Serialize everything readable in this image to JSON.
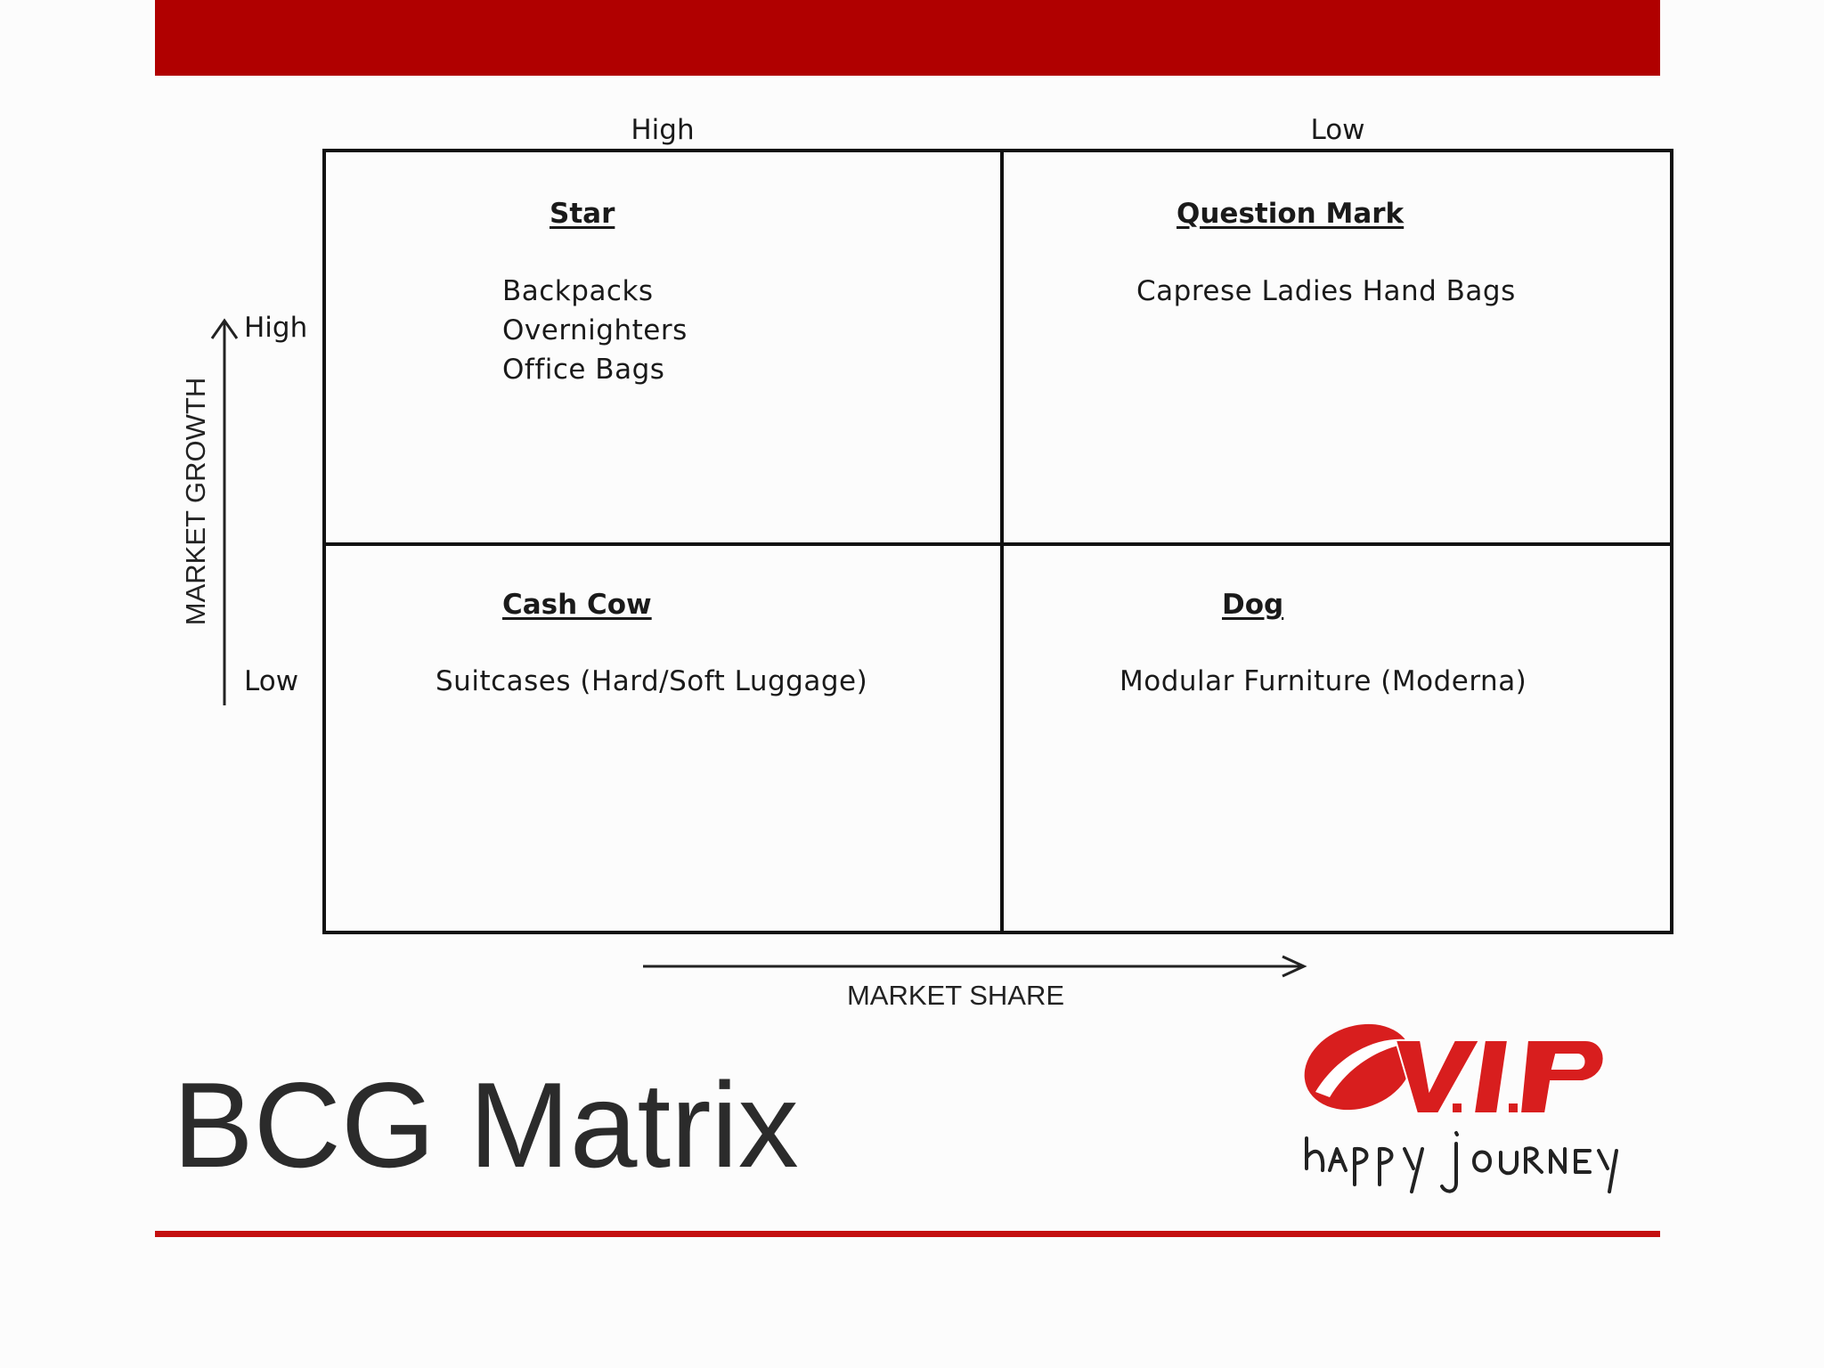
{
  "slide": {
    "title": "BCG Matrix",
    "accent_color": "#b00000"
  },
  "matrix": {
    "column_headers": [
      "High",
      "Low"
    ],
    "row_headers": [
      "High",
      "Low"
    ],
    "vertical_axis_title": "MARKET GROWTH",
    "horizontal_axis_title": "MARKET SHARE",
    "quadrants": {
      "star": {
        "title": "Star",
        "items": [
          "Backpacks",
          "Overnighters",
          "Office Bags"
        ]
      },
      "question_mark": {
        "title": "Question Mark",
        "items": [
          "Caprese Ladies Hand Bags"
        ]
      },
      "cash_cow": {
        "title": "Cash Cow",
        "items": [
          "Suitcases (Hard/Soft Luggage)"
        ]
      },
      "dog": {
        "title": "Dog",
        "items": [
          "Modular Furniture (Moderna)"
        ]
      }
    }
  },
  "logo": {
    "brand_text": "V.I.P",
    "tagline": "happy journey",
    "color": "#d81e1e"
  }
}
